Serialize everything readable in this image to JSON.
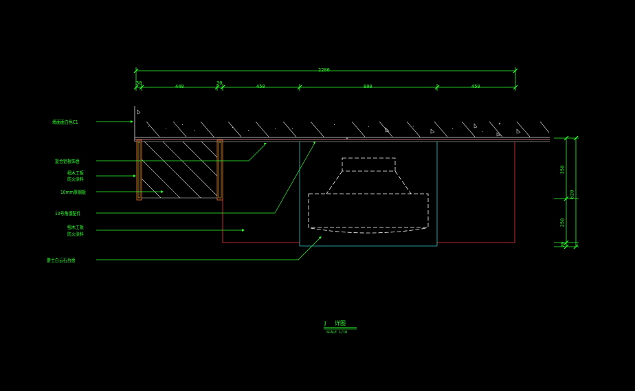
{
  "colors": {
    "background": "#000000",
    "dimension": "#2fff2f",
    "outline": "#e8e8e8",
    "cabinet": "#ff3333",
    "sink_box": "#33cccc",
    "panel": "#ff7733",
    "dashed": "#ffffff"
  },
  "dimensions": {
    "top": {
      "total": "2200",
      "segments": [
        "30",
        "440",
        "30",
        "450",
        "800",
        "450"
      ]
    },
    "right": {
      "total": "620",
      "segments": [
        "350",
        "250",
        "20"
      ]
    }
  },
  "callouts": [
    "墙面面白色C1",
    "复合铝板饰面",
    "细木工板",
    "防火涂料",
    "10mm厚钢板",
    "10号角钢配件",
    "细木工板",
    "防火涂料",
    "爵士白云石台面"
  ],
  "caption": {
    "number": "J",
    "title": "详图",
    "scale": "SCALE 1/10"
  }
}
